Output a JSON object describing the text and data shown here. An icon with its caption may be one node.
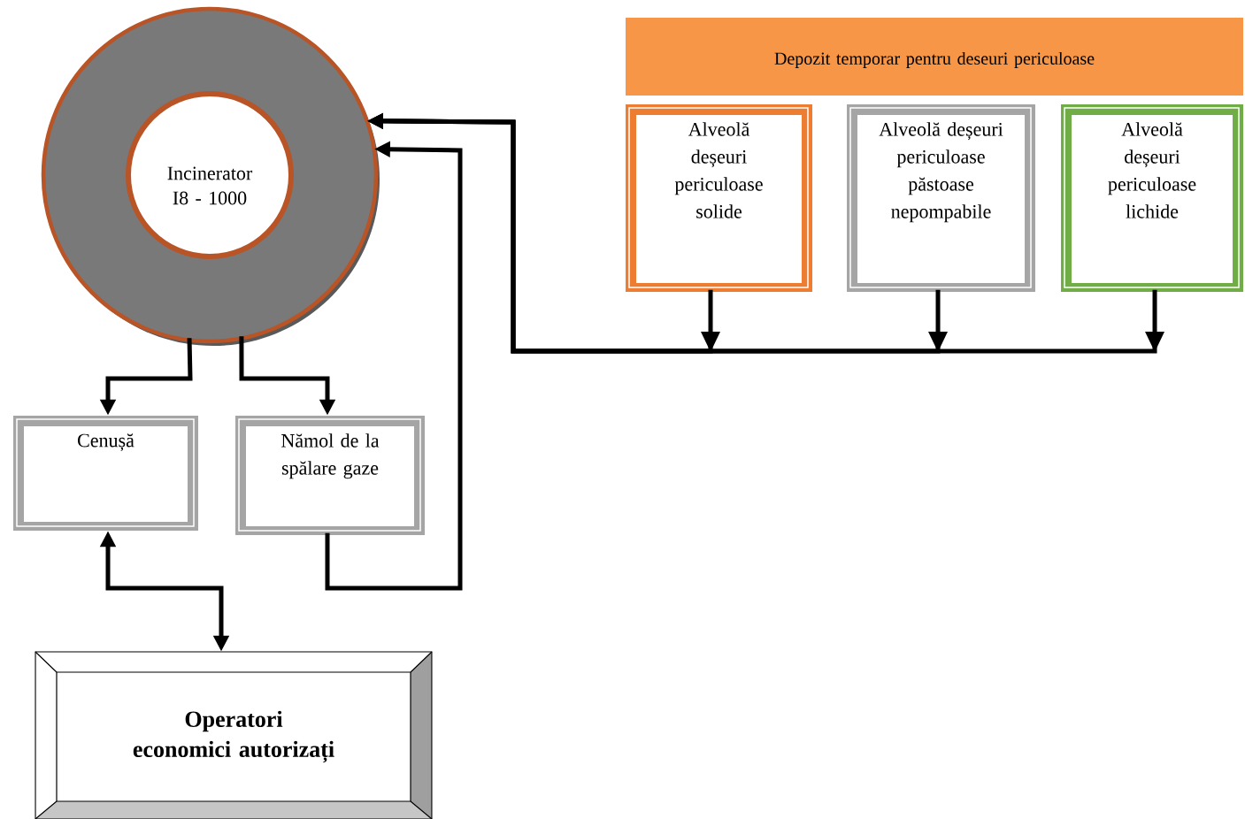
{
  "diagram": {
    "nodes": [
      {
        "text": [
          "Depozit temporar pentru deseuri periculoase"
        ]
      },
      {
        "text": [
          "Alveolă deșeuri periculoase solide"
        ]
      },
      {
        "text": [
          "Alveolă deșeuri periculoase păstoase nepompabile"
        ]
      },
      {
        "text": [
          "Alveolă deșeuri periculoase lichide"
        ]
      },
      {
        "text": [
          "Incinerator I8 - 1000"
        ]
      },
      {
        "text": [
          "Cenușă"
        ]
      },
      {
        "text": [
          "Nămol de la spălare gaze"
        ]
      },
      {
        "text": [
          "Operatori economici autorizați"
        ]
      }
    ],
    "edges": [
      {
        "from": 1,
        "to": 4,
        "arrow": "to"
      },
      {
        "from": 2,
        "to": 4,
        "arrow": "to"
      },
      {
        "from": 3,
        "to": 4,
        "arrow": "to"
      },
      {
        "from": 4,
        "to": 5,
        "arrow": "to"
      },
      {
        "from": 4,
        "to": 6,
        "arrow": "to"
      },
      {
        "from": 6,
        "to": 4,
        "arrow": "to"
      },
      {
        "from": 5,
        "to": 7,
        "arrow": "both"
      }
    ]
  }
}
